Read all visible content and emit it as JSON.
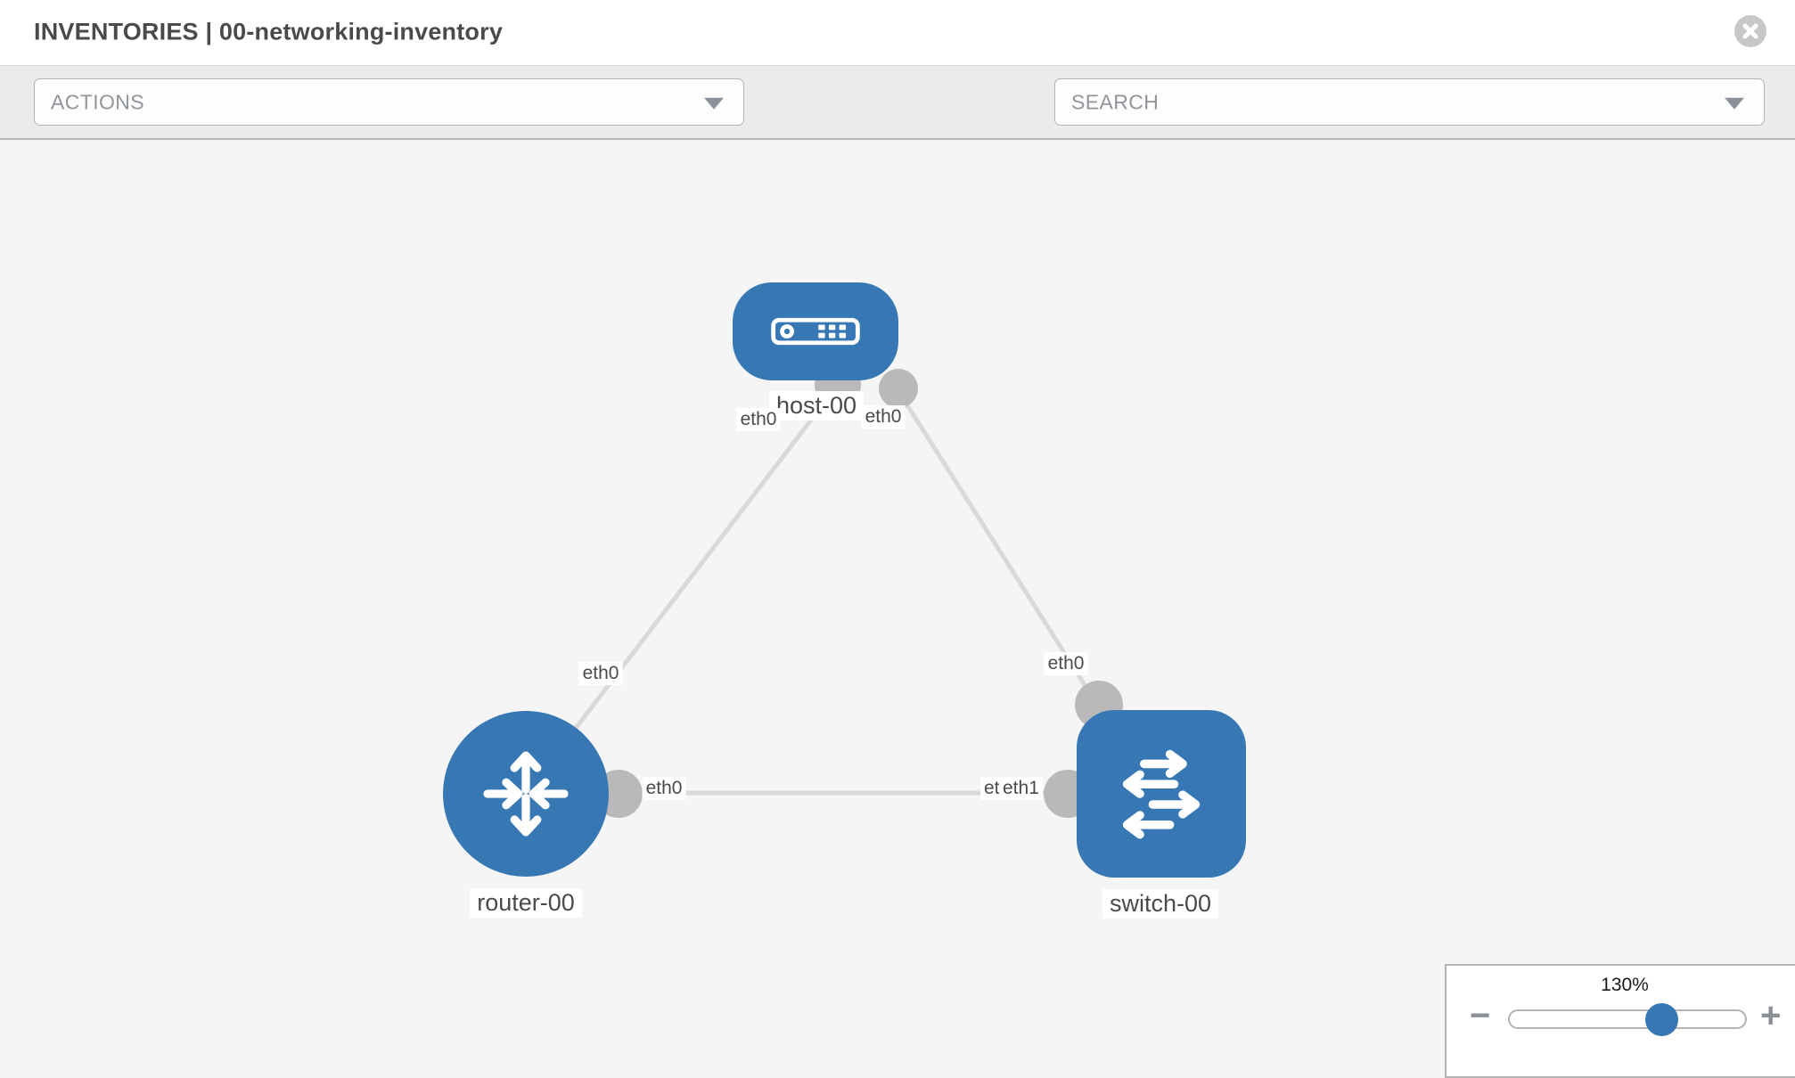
{
  "window": {
    "title": "INVENTORIES | 00-networking-inventory"
  },
  "toolbar": {
    "actions_placeholder": "ACTIONS",
    "search_placeholder": "SEARCH"
  },
  "diagram": {
    "nodes": [
      {
        "label": "host-00",
        "type": "host"
      },
      {
        "label": "router-00",
        "type": "router"
      },
      {
        "label": "switch-00",
        "type": "switch"
      }
    ],
    "links": [
      {
        "from": "host-00",
        "to": "router-00",
        "from_iface": "eth0",
        "to_iface": "eth0"
      },
      {
        "from": "host-00",
        "to": "switch-00",
        "from_iface": "eth0",
        "to_iface": "eth0"
      },
      {
        "from": "router-00",
        "to": "switch-00",
        "from_iface": "eth0",
        "to_iface": "eth1"
      }
    ],
    "iface_labels": [
      {
        "text": "eth0",
        "at": "host-left"
      },
      {
        "text": "eth0",
        "at": "host-right"
      },
      {
        "text": "eth0",
        "at": "link-to-router"
      },
      {
        "text": "eth0",
        "at": "link-to-switch"
      },
      {
        "text": "eth0",
        "at": "router-right"
      },
      {
        "text": "eth0",
        "at": "switch-left-back"
      },
      {
        "text": "eth1",
        "at": "switch-left-front"
      }
    ]
  },
  "zoom": {
    "level": "130%",
    "minus": "−",
    "plus": "+"
  },
  "colors": {
    "node_blue": "#3778b4",
    "link_gray": "#d9d9d9",
    "dot_gray": "#b9b9b9",
    "toolbar_icon_gray": "#7b828c"
  }
}
